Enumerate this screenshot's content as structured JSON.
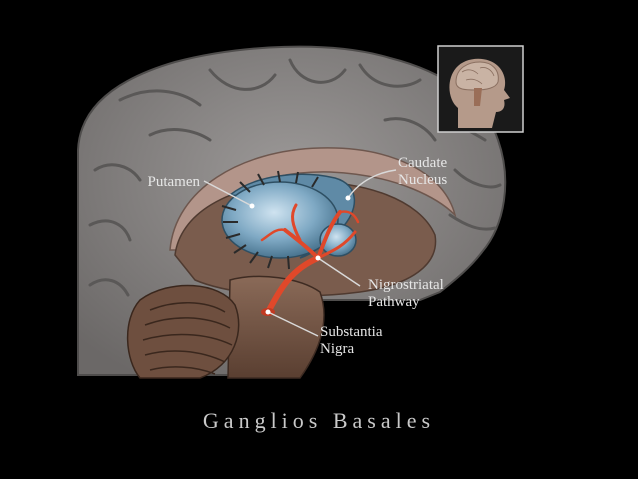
{
  "labels": {
    "putamen": "Putamen",
    "caudate_line1": "Caudate",
    "caudate_line2": "Nucleus",
    "nigro_line1": "Nigrostriatal",
    "nigro_line2": "Pathway",
    "substantia_line1": "Substantia",
    "substantia_line2": "Nigra"
  },
  "caption": "Ganglios Basales",
  "colors": {
    "background": "#000000",
    "brain": "#8a8786",
    "striatum": "#7fa9c4",
    "pathway": "#e0482a",
    "brainstem": "#6e4f3f"
  }
}
